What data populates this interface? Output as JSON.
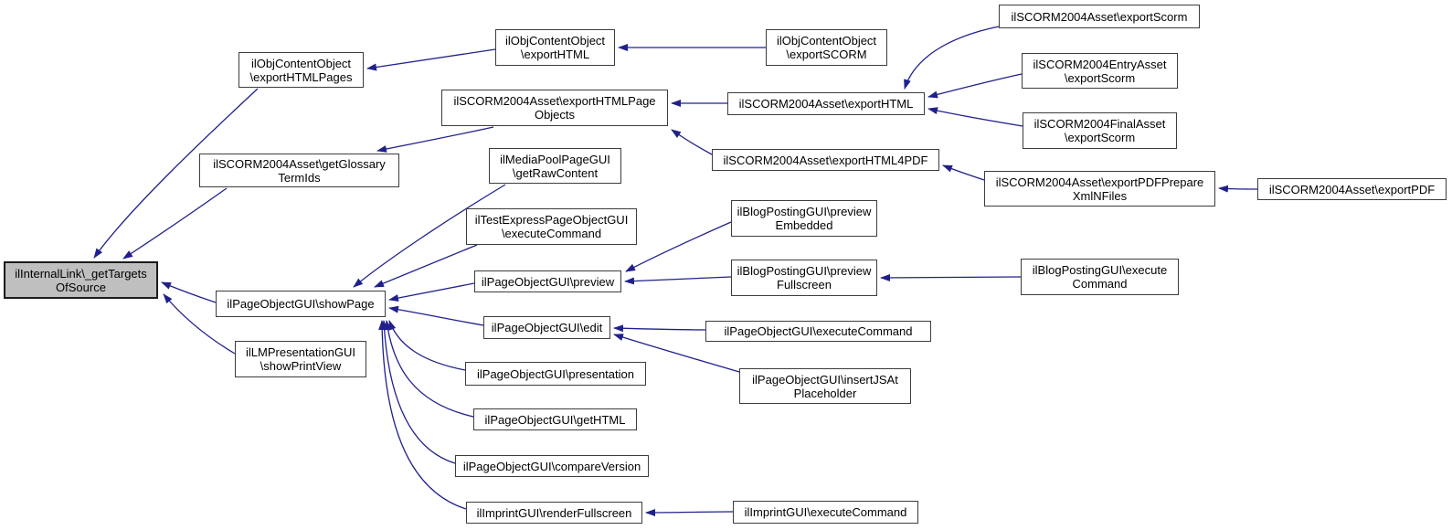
{
  "diagram": {
    "type": "caller-graph",
    "colors": {
      "edge": "#20208c",
      "node_border": "#3d3d3d",
      "node_fill": "#ffffff",
      "highlight_fill": "#bfbfbf",
      "text": "#000000",
      "background": "#ffffff"
    },
    "root_function": "ilInternalLink\\_getTargetsOfSource",
    "nodes": [
      {
        "id": "get-targets-of-source",
        "highlight": true,
        "lines": [
          "ilInternalLink\\_getTargets",
          "OfSource"
        ]
      },
      {
        "id": "export-html-pages",
        "highlight": false,
        "lines": [
          "ilObjContentObject",
          "\\exportHTMLPages"
        ]
      },
      {
        "id": "obj-export-html",
        "highlight": false,
        "lines": [
          "ilObjContentObject",
          "\\exportHTML"
        ]
      },
      {
        "id": "obj-export-scorm",
        "highlight": false,
        "lines": [
          "ilObjContentObject",
          "\\exportSCORM"
        ]
      },
      {
        "id": "scorm-export-html-page-objects",
        "highlight": false,
        "lines": [
          "ilSCORM2004Asset\\exportHTMLPage",
          "Objects"
        ]
      },
      {
        "id": "get-glossary-term-ids",
        "highlight": false,
        "lines": [
          "ilSCORM2004Asset\\getGlossary",
          "TermIds"
        ]
      },
      {
        "id": "media-pool-get-raw-content",
        "highlight": false,
        "lines": [
          "ilMediaPoolPageGUI",
          "\\getRawContent"
        ]
      },
      {
        "id": "scorm-export-html",
        "highlight": false,
        "lines": [
          "ilSCORM2004Asset\\exportHTML"
        ]
      },
      {
        "id": "scorm-export-html4pdf",
        "highlight": false,
        "lines": [
          "ilSCORM2004Asset\\exportHTML4PDF"
        ]
      },
      {
        "id": "scorm-export-scorm",
        "highlight": false,
        "lines": [
          "ilSCORM2004Asset\\exportScorm"
        ]
      },
      {
        "id": "entry-export-scorm",
        "highlight": false,
        "lines": [
          "ilSCORM2004EntryAsset",
          "\\exportScorm"
        ]
      },
      {
        "id": "final-export-scorm",
        "highlight": false,
        "lines": [
          "ilSCORM2004FinalAsset",
          "\\exportScorm"
        ]
      },
      {
        "id": "export-pdf-prepare-xmln-files",
        "highlight": false,
        "lines": [
          "ilSCORM2004Asset\\exportPDFPrepare",
          "XmlNFiles"
        ]
      },
      {
        "id": "export-pdf",
        "highlight": false,
        "lines": [
          "ilSCORM2004Asset\\exportPDF"
        ]
      },
      {
        "id": "test-express-execute-command",
        "highlight": false,
        "lines": [
          "ilTestExpressPageObjectGUI",
          "\\executeCommand"
        ]
      },
      {
        "id": "page-preview",
        "highlight": false,
        "lines": [
          "ilPageObjectGUI\\preview"
        ]
      },
      {
        "id": "preview-embedded",
        "highlight": false,
        "lines": [
          "ilBlogPostingGUI\\preview",
          "Embedded"
        ]
      },
      {
        "id": "preview-fullscreen",
        "highlight": false,
        "lines": [
          "ilBlogPostingGUI\\preview",
          "Fullscreen"
        ]
      },
      {
        "id": "blog-execute-command",
        "highlight": false,
        "lines": [
          "ilBlogPostingGUI\\execute",
          "Command"
        ]
      },
      {
        "id": "page-edit",
        "highlight": false,
        "lines": [
          "ilPageObjectGUI\\edit"
        ]
      },
      {
        "id": "page-execute-command",
        "highlight": false,
        "lines": [
          "ilPageObjectGUI\\executeCommand"
        ]
      },
      {
        "id": "insert-js-at-placeholder",
        "highlight": false,
        "lines": [
          "ilPageObjectGUI\\insertJSAt",
          "Placeholder"
        ]
      },
      {
        "id": "show-page",
        "highlight": false,
        "lines": [
          "ilPageObjectGUI\\showPage"
        ]
      },
      {
        "id": "lm-show-print-view",
        "highlight": false,
        "lines": [
          "ilLMPresentationGUI",
          "\\showPrintView"
        ]
      },
      {
        "id": "page-presentation",
        "highlight": false,
        "lines": [
          "ilPageObjectGUI\\presentation"
        ]
      },
      {
        "id": "page-get-html",
        "highlight": false,
        "lines": [
          "ilPageObjectGUI\\getHTML"
        ]
      },
      {
        "id": "page-compare-version",
        "highlight": false,
        "lines": [
          "ilPageObjectGUI\\compareVersion"
        ]
      },
      {
        "id": "imprint-render-fullscreen",
        "highlight": false,
        "lines": [
          "ilImprintGUI\\renderFullscreen"
        ]
      },
      {
        "id": "imprint-execute-command",
        "highlight": false,
        "lines": [
          "ilImprintGUI\\executeCommand"
        ]
      }
    ],
    "edges": [
      {
        "from": "export-html-pages",
        "to": "get-targets-of-source"
      },
      {
        "from": "get-glossary-term-ids",
        "to": "get-targets-of-source"
      },
      {
        "from": "show-page",
        "to": "get-targets-of-source"
      },
      {
        "from": "lm-show-print-view",
        "to": "get-targets-of-source"
      },
      {
        "from": "obj-export-html",
        "to": "export-html-pages"
      },
      {
        "from": "obj-export-scorm",
        "to": "obj-export-html"
      },
      {
        "from": "scorm-export-html",
        "to": "scorm-export-html-page-objects"
      },
      {
        "from": "scorm-export-html4pdf",
        "to": "scorm-export-html-page-objects"
      },
      {
        "from": "scorm-export-html-page-objects",
        "to": "get-glossary-term-ids"
      },
      {
        "from": "scorm-export-scorm",
        "to": "scorm-export-html"
      },
      {
        "from": "entry-export-scorm",
        "to": "scorm-export-html"
      },
      {
        "from": "final-export-scorm",
        "to": "scorm-export-html"
      },
      {
        "from": "export-pdf-prepare-xmln-files",
        "to": "scorm-export-html4pdf"
      },
      {
        "from": "export-pdf",
        "to": "export-pdf-prepare-xmln-files"
      },
      {
        "from": "media-pool-get-raw-content",
        "to": "show-page"
      },
      {
        "from": "test-express-execute-command",
        "to": "show-page"
      },
      {
        "from": "page-preview",
        "to": "show-page"
      },
      {
        "from": "page-edit",
        "to": "show-page"
      },
      {
        "from": "page-presentation",
        "to": "show-page"
      },
      {
        "from": "page-get-html",
        "to": "show-page"
      },
      {
        "from": "page-compare-version",
        "to": "show-page"
      },
      {
        "from": "imprint-render-fullscreen",
        "to": "show-page"
      },
      {
        "from": "preview-embedded",
        "to": "page-preview"
      },
      {
        "from": "preview-fullscreen",
        "to": "page-preview"
      },
      {
        "from": "blog-execute-command",
        "to": "preview-fullscreen"
      },
      {
        "from": "page-execute-command",
        "to": "page-edit"
      },
      {
        "from": "insert-js-at-placeholder",
        "to": "page-edit"
      },
      {
        "from": "imprint-execute-command",
        "to": "imprint-render-fullscreen"
      }
    ]
  }
}
